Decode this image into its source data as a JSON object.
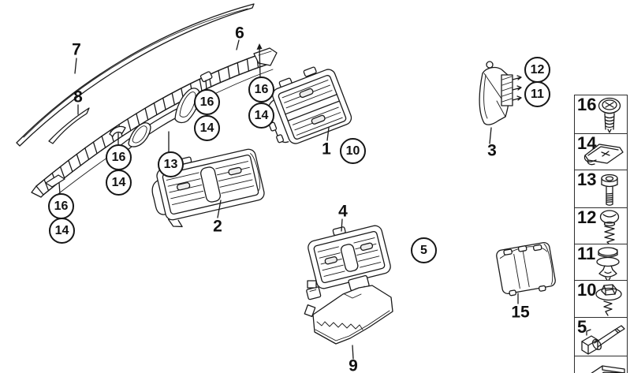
{
  "colors": {
    "line": "#1a1a1a",
    "background": "#ffffff"
  },
  "parts_labels": {
    "part1": "1",
    "part2": "2",
    "part3": "3",
    "part4": "4",
    "part6": "6",
    "part7": "7",
    "part8": "8",
    "part9": "9",
    "part15": "15"
  },
  "callouts": {
    "top_right_16": "16",
    "top_right_14": "14",
    "middle_16": "16",
    "middle_14": "14",
    "mid_left_16": "16",
    "mid_left_14": "14",
    "left_16": "16",
    "left_14": "14",
    "c13": "13",
    "c10": "10",
    "c5": "5",
    "c12": "12",
    "c11": "11"
  },
  "legend": {
    "items": [
      {
        "number": "16",
        "icon": "pan-head-screw-icon"
      },
      {
        "number": "14",
        "icon": "speed-nut-clip-icon"
      },
      {
        "number": "13",
        "icon": "socket-bolt-icon"
      },
      {
        "number": "12",
        "icon": "tapping-screw-icon"
      },
      {
        "number": "11",
        "icon": "expansion-rivet-icon"
      },
      {
        "number": "10",
        "icon": "hex-flange-screw-icon"
      },
      {
        "number": "5",
        "icon": "temperature-sensor-icon"
      },
      {
        "number": "",
        "icon": "gasket-pad-icon"
      }
    ]
  }
}
